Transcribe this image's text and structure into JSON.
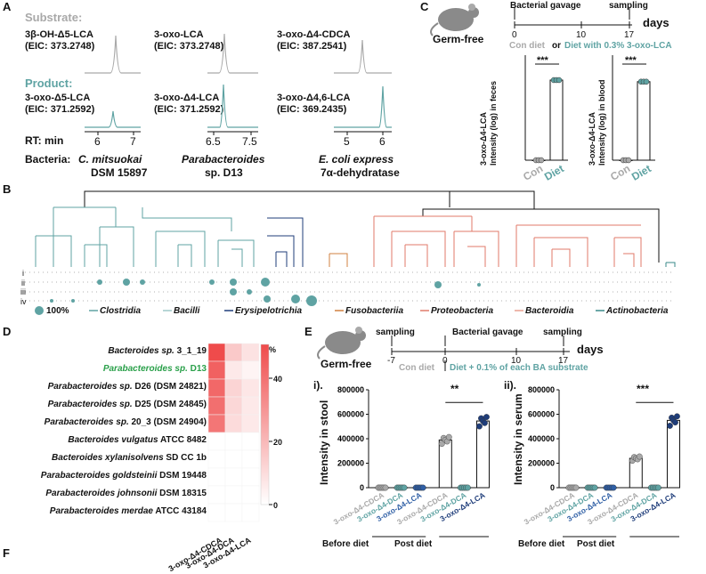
{
  "colors": {
    "teal": "#5fa3a3",
    "gray": "#a9a9a9",
    "salmon": "#e07a6a",
    "orange": "#d08040",
    "navy": "#1f3d7a",
    "blue": "#2f5fa5",
    "heat_max": "#ef4b4b"
  },
  "panel_a": {
    "label": "A",
    "substrate_label": "Substrate:",
    "product_label": "Product:",
    "substrates": [
      {
        "name": "3β-OH-Δ5-LCA",
        "eic": "(EIC: 373.2748)"
      },
      {
        "name": "3-oxo-LCA",
        "eic": "(EIC: 373.2748)"
      },
      {
        "name": "3-oxo-Δ4-CDCA",
        "eic": "(EIC: 387.2541)"
      }
    ],
    "products": [
      {
        "name": "3-oxo-Δ5-LCA",
        "eic": "(EIC: 371.2592)"
      },
      {
        "name": "3-oxo-Δ4-LCA",
        "eic": "(EIC: 371.2592)"
      },
      {
        "name": "3-oxo-Δ4,6-LCA",
        "eic": "(EIC: 369.2435)"
      }
    ],
    "rt_label": "RT: min",
    "rt_ticks": [
      [
        "6",
        "7"
      ],
      [
        "6.5",
        "7.5"
      ],
      [
        "5",
        "6"
      ]
    ],
    "bacteria_label": "Bacteria:",
    "bacteria": [
      {
        "line1": "C. mitsuokai",
        "line2": "DSM 15897"
      },
      {
        "line1": "Parabacteroides",
        "line2": "sp. D13"
      },
      {
        "line1": "E. coli express",
        "line2": "7α-dehydratase"
      }
    ]
  },
  "panel_c": {
    "label": "C",
    "mouse_label": "Germ-free",
    "timeline_top": [
      "Bacterial gavage",
      "sampling"
    ],
    "timeline_ticks": [
      "0",
      "10",
      "17"
    ],
    "timeline_unit": "days",
    "diet_legend": {
      "con": "Con diet",
      "or": "or",
      "diet": "Diet with 0.3% 3-oxo-LCA"
    },
    "chart1_ylabel": "3-oxo-Δ4-LCA\nIntensity (log) in feces",
    "chart2_ylabel": "3-oxo-Δ4-LCA\nIntensity (log) in blood",
    "significance": "***",
    "categories": [
      "Con",
      "Diet"
    ]
  },
  "panel_b": {
    "label": "B",
    "rows": [
      "i",
      "ii",
      "iii",
      "iv"
    ],
    "legend_size": "100%",
    "legend": [
      {
        "name": "Clostridia",
        "color": "#5fa3a3"
      },
      {
        "name": "Bacilli",
        "color": "#9fc9c9"
      },
      {
        "name": "Erysipelotrichia",
        "color": "#1f3d7a"
      },
      {
        "name": "Fusobacteriia",
        "color": "#d08040"
      },
      {
        "name": "Proteobacteria",
        "color": "#e07a6a"
      },
      {
        "name": "Bacteroidia",
        "color": "#e8a090"
      },
      {
        "name": "Actinobacteria",
        "color": "#3a8a8a"
      }
    ]
  },
  "panel_d": {
    "label": "D",
    "species": [
      {
        "name": "Bacteroides sp.",
        "suffix": " 3_1_19"
      },
      {
        "name": "Parabacteroides sp.",
        "suffix": " D13"
      },
      {
        "name": "Parabacteroides sp.",
        "suffix": " D26 (DSM 24821)"
      },
      {
        "name": "Parabacteroides sp.",
        "suffix": " D25 (DSM 24845)"
      },
      {
        "name": "Parabacteroides sp.",
        "suffix": " 20_3 (DSM 24904)"
      },
      {
        "name": "Bacteroides vulgatus",
        "suffix": " ATCC 8482"
      },
      {
        "name": "Bacteroides xylanisolvens",
        "suffix": " SD CC 1b"
      },
      {
        "name": "Parabacteroides goldsteinii",
        "suffix": " DSM 19448"
      },
      {
        "name": "Parabacteroides johnsonii",
        "suffix": " DSM 18315"
      },
      {
        "name": "Parabacteroides merdae",
        "suffix": " ATCC 43184"
      }
    ],
    "columns": [
      "3-oxo-Δ4-CDCA",
      "3-oxo-Δ4-DCA",
      "3-oxo-Δ4-LCA"
    ],
    "colorbar_unit": "%",
    "colorbar_ticks": [
      "40",
      "20",
      "0"
    ]
  },
  "panel_e": {
    "label": "E",
    "mouse_label": "Germ-free",
    "timeline_top": [
      "sampling",
      "Bacterial gavage",
      "sampling"
    ],
    "timeline_ticks": [
      "-7",
      "0",
      "10",
      "17"
    ],
    "timeline_unit": "days",
    "diet_legend": {
      "con": "Con diet",
      "diet": "Diet + 0.1% of each BA substrate"
    },
    "chart1_title": "i).",
    "chart2_title": "ii).",
    "chart1_ylabel": "Intensity in stool",
    "chart2_ylabel": "Intensity in serum",
    "groups": [
      "Before diet",
      "Post diet"
    ],
    "xlabels": [
      "3-oxo-Δ4-CDCA",
      "3-oxo-Δ4-DCA",
      "3-oxo-Δ4-LCA",
      "3-oxo-Δ4-CDCA",
      "3-oxo-Δ4-DCA",
      "3-oxo-Δ4-LCA"
    ],
    "sig1": "**",
    "sig2": "***"
  },
  "panel_f": {
    "label": "F"
  },
  "chart_data": [
    {
      "type": "bar",
      "panel": "C-feces",
      "categories": [
        "Con",
        "Diet"
      ],
      "values": [
        0,
        6
      ],
      "ylim": [
        0,
        7
      ],
      "ylabel": "3-oxo-Δ4-LCA Intensity (log) in feces"
    },
    {
      "type": "bar",
      "panel": "C-blood",
      "categories": [
        "Con",
        "Diet"
      ],
      "values": [
        0,
        4.9
      ],
      "ylim": [
        0,
        6
      ],
      "ylabel": "3-oxo-Δ4-LCA Intensity (log) in blood"
    },
    {
      "type": "heatmap",
      "panel": "D",
      "rows": [
        "Bacteroides sp. 3_1_19",
        "Parabacteroides sp. D13",
        "Parabacteroides sp. D26 (DSM 24821)",
        "Parabacteroides sp. D25 (DSM 24845)",
        "Parabacteroides sp. 20_3 (DSM 24904)",
        "Bacteroides vulgatus ATCC 8482",
        "Bacteroides xylanisolvens SD CC 1b",
        "Parabacteroides goldsteinii DSM 19448",
        "Parabacteroides johnsonii DSM 18315",
        "Parabacteroides merdae ATCC 43184"
      ],
      "columns": [
        "3-oxo-Δ4-CDCA",
        "3-oxo-Δ4-DCA",
        "3-oxo-Δ4-LCA"
      ],
      "values": [
        [
          50,
          15,
          8
        ],
        [
          44,
          6,
          3
        ],
        [
          42,
          12,
          7
        ],
        [
          40,
          11,
          6
        ],
        [
          38,
          10,
          6
        ],
        [
          0,
          0,
          0
        ],
        [
          0,
          0,
          0
        ],
        [
          0,
          0,
          0
        ],
        [
          0,
          0,
          0
        ],
        [
          0,
          0,
          0
        ]
      ],
      "range": [
        0,
        50
      ]
    },
    {
      "type": "bar",
      "panel": "E-i",
      "categories": [
        "3-oxo-Δ4-CDCA",
        "3-oxo-Δ4-DCA",
        "3-oxo-Δ4-LCA",
        "3-oxo-Δ4-CDCA",
        "3-oxo-Δ4-DCA",
        "3-oxo-Δ4-LCA"
      ],
      "values": [
        0,
        0,
        0,
        390000,
        0,
        545000
      ],
      "ylim": [
        0,
        800000
      ],
      "yticks": [
        "0",
        "200000",
        "400000",
        "600000",
        "800000"
      ],
      "ylabel": "Intensity in stool"
    },
    {
      "type": "bar",
      "panel": "E-ii",
      "categories": [
        "3-oxo-Δ4-CDCA",
        "3-oxo-Δ4-DCA",
        "3-oxo-Δ4-LCA",
        "3-oxo-Δ4-CDCA",
        "3-oxo-Δ4-DCA",
        "3-oxo-Δ4-LCA"
      ],
      "values": [
        0,
        0,
        0,
        240000,
        0,
        550000
      ],
      "ylim": [
        0,
        800000
      ],
      "yticks": [
        "0",
        "200000",
        "400000",
        "600000",
        "800000"
      ],
      "ylabel": "Intensity in serum"
    }
  ]
}
